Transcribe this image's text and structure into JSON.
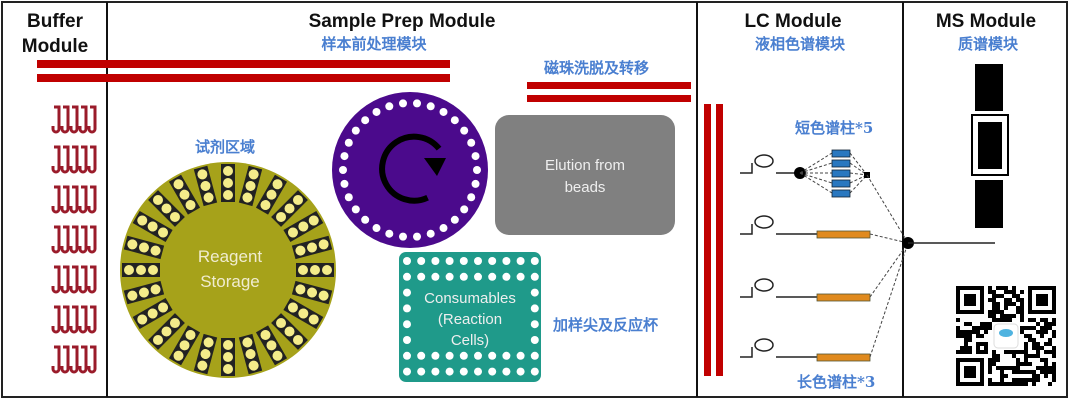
{
  "modules": {
    "buffer": {
      "title_line1": "Buffer",
      "title_line2": "Module"
    },
    "sample_prep": {
      "title": "Sample Prep Module",
      "subtitle_cn": "样本前处理模块"
    },
    "lc": {
      "title": "LC Module",
      "subtitle_cn": "液相色谱模块"
    },
    "ms": {
      "title": "MS Module",
      "subtitle_cn": "质谱模块"
    }
  },
  "labels": {
    "reagent_area_cn": "试剂区域",
    "reagent_line1": "Reagent",
    "reagent_line2": "Storage",
    "elution_line1": "Elution from",
    "elution_line2": "beads",
    "bead_transfer_cn": "磁珠洗脱及转移",
    "consumables_line1": "Consumables",
    "consumables_line2": "(Reaction",
    "consumables_line3": "Cells)",
    "tips_cells_cn": "加样尖及反应杯",
    "short_columns_cn": "短色谱柱*5",
    "long_columns_cn": "长色谱柱*3"
  },
  "colors": {
    "red_line": "#c00000",
    "reagent": "#a6a21a",
    "carousel": "#4b0a8c",
    "elution": "#808080",
    "consumables": "#1f9a8a",
    "short_column": "#2a78c0",
    "long_column": "#e08a1e",
    "chinese_label": "#4a7fd0"
  },
  "counts": {
    "short_columns": 5,
    "long_columns": 3
  }
}
